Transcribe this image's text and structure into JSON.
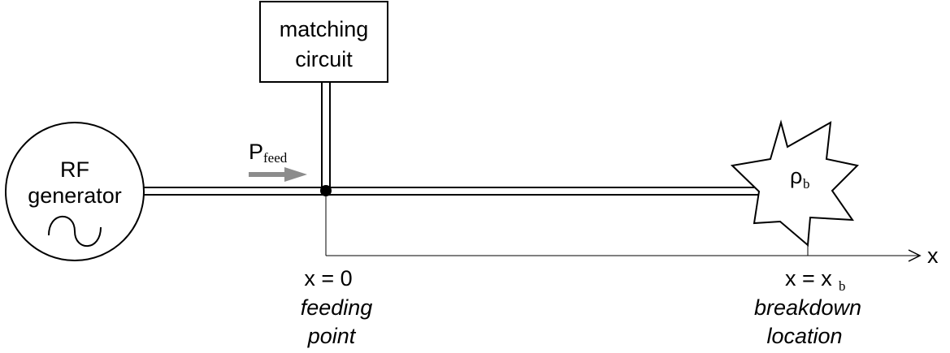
{
  "generator": {
    "line1": "RF",
    "line2": "generator"
  },
  "matching": {
    "line1": "matching",
    "line2": "circuit"
  },
  "power": {
    "main": "P",
    "sub": "feed"
  },
  "breakdown_region": {
    "main": "ρ",
    "sub": "b"
  },
  "axis": {
    "label": "x"
  },
  "feed_point": {
    "coord": "x = 0",
    "desc1": "feeding",
    "desc2": "point"
  },
  "breakdown_point": {
    "coord_main": "x = x",
    "coord_sub": "b",
    "desc1": "breakdown",
    "desc2": "location"
  },
  "colors": {
    "arrow": "#8c8c8c",
    "stroke": "#000000"
  }
}
